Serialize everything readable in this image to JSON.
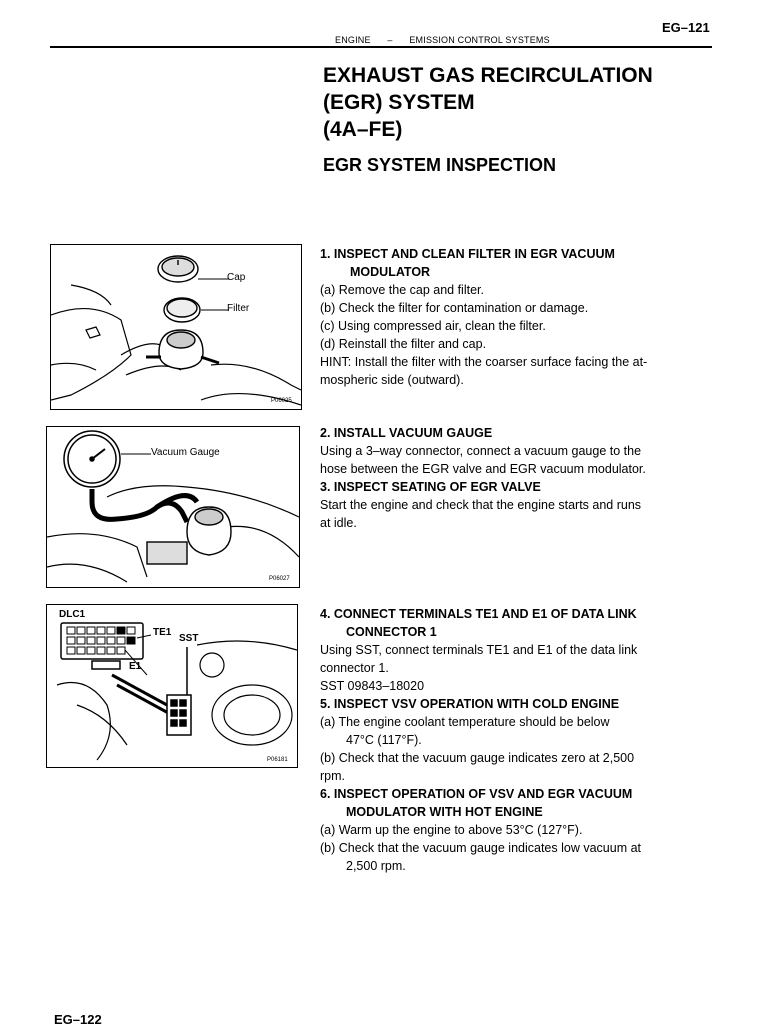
{
  "header": {
    "page_number": "EG–121",
    "section": "ENGINE",
    "separator": "–",
    "subsection": "EMISSION CONTROL SYSTEMS"
  },
  "title": {
    "line1": "EXHAUST GAS RECIRCULATION",
    "line2": "(EGR) SYSTEM",
    "line3": "(4A–FE)"
  },
  "subtitle": "EGR SYSTEM INSPECTION",
  "figures": {
    "fig1": {
      "cap_label": "Cap",
      "filter_label": "Filter",
      "code": "P06025"
    },
    "fig2": {
      "gauge_label": "Vacuum Gauge",
      "code": "P06027"
    },
    "fig3": {
      "dlc_label": "DLC1",
      "te1_label": "TE1",
      "sst_label": "SST",
      "e1_label": "E1",
      "code": "P06181"
    }
  },
  "steps": {
    "s1": {
      "heading_a": "1. INSPECT AND CLEAN FILTER IN EGR VACUUM",
      "heading_b": "MODULATOR",
      "a": "(a) Remove the cap and filter.",
      "b": "(b) Check the filter for contamination or damage.",
      "c": "(c) Using compressed air, clean the filter.",
      "d": "(d) Reinstall the filter and cap.",
      "hint_a": "HINT: Install the filter with the coarser surface facing the at-",
      "hint_b": "mospheric side (outward)."
    },
    "s2": {
      "heading": "2. INSTALL VACUUM GAUGE",
      "text_a": "Using a 3–way connector, connect a vacuum gauge to the",
      "text_b": "hose between the EGR valve and EGR vacuum modulator."
    },
    "s3": {
      "heading": "3. INSPECT SEATING OF EGR VALVE",
      "text_a": "Start the engine and check that the engine starts and runs",
      "text_b": "at idle."
    },
    "s4": {
      "heading_a": "4. CONNECT TERMINALS TE1 AND E1 OF DATA LINK",
      "heading_b": "CONNECTOR 1",
      "text_a": "Using SST, connect terminals TE1 and E1 of the data link",
      "text_b": "connector 1.",
      "sst": "SST 09843–18020"
    },
    "s5": {
      "heading": "5. INSPECT VSV OPERATION WITH COLD ENGINE",
      "a_1": "(a) The engine coolant temperature should be below",
      "a_2": "47°C (117°F).",
      "b_1": "(b) Check that the vacuum gauge indicates zero at 2,500",
      "b_2": "rpm."
    },
    "s6": {
      "heading_a": "6. INSPECT OPERATION OF VSV AND EGR VACUUM",
      "heading_b": "MODULATOR WITH HOT ENGINE",
      "a": "(a) Warm up the engine to above 53°C (127°F).",
      "b_1": "(b) Check that the vacuum gauge indicates low vacuum at",
      "b_2": "2,500 rpm."
    }
  },
  "footer": {
    "page_number": "EG–122"
  }
}
